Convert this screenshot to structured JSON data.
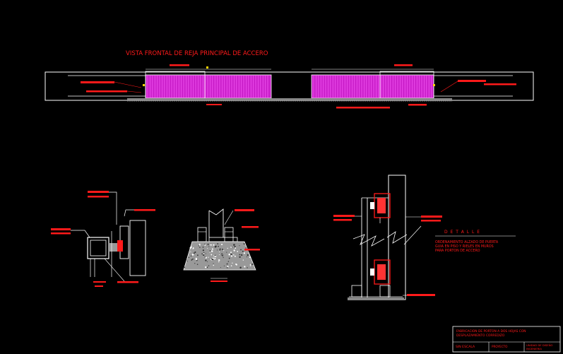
{
  "colors": {
    "background": "#000000",
    "line": "#ffffff",
    "accent_red": "#ff1a1a",
    "gate_fill": "#cc22cc",
    "gate_bar": "#ff66ff",
    "concrete": "#bbbbbb",
    "yellow": "#ffd400"
  },
  "front_view": {
    "title": "VISTA FRONTAL DE REJA PRINCIPAL DE ACCERO"
  },
  "detail_block": {
    "heading": "D E T A L L E",
    "lines": [
      "ORDENAMIENTO ALZADO DE PUERTA",
      "GUIA EN PISO Y RIELES EN MUROS",
      "PARA PORTON DE ACCERO"
    ]
  },
  "title_block": {
    "project_line1": "FABRICACION DE PORTON A DOS HOJAS CON",
    "project_line2": "DESPLAZAMIENTO CORREDIZO",
    "scale_label": "SIN ESCALA",
    "sheet_label": "PROYECTO",
    "office_line1": "UNIDAD DE DISEÑO",
    "office_line2": "INGENIERIA"
  }
}
